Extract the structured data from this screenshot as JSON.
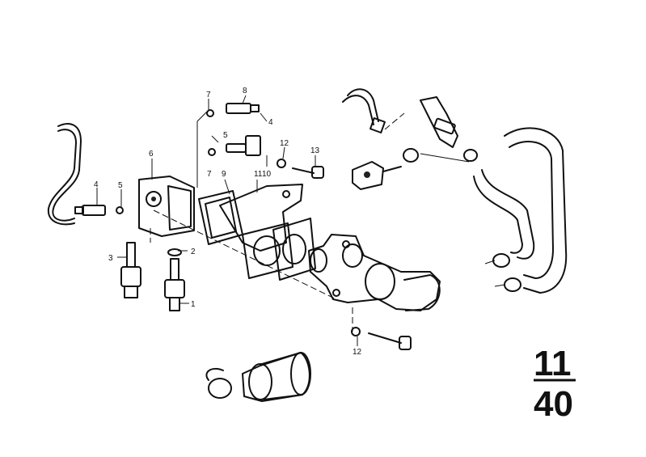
{
  "callouts": {
    "c1": "1",
    "c2": "2",
    "c3": "3",
    "c4a": "4",
    "c4b": "4",
    "c5a": "5",
    "c5b": "5",
    "c6": "6",
    "c7a": "7",
    "c7b": "7",
    "c8": "8",
    "c9": "9",
    "c10": "10",
    "c11": "11",
    "c12a": "12",
    "c12b": "12",
    "c13": "13"
  },
  "group": {
    "main": "11",
    "sub": "40"
  }
}
